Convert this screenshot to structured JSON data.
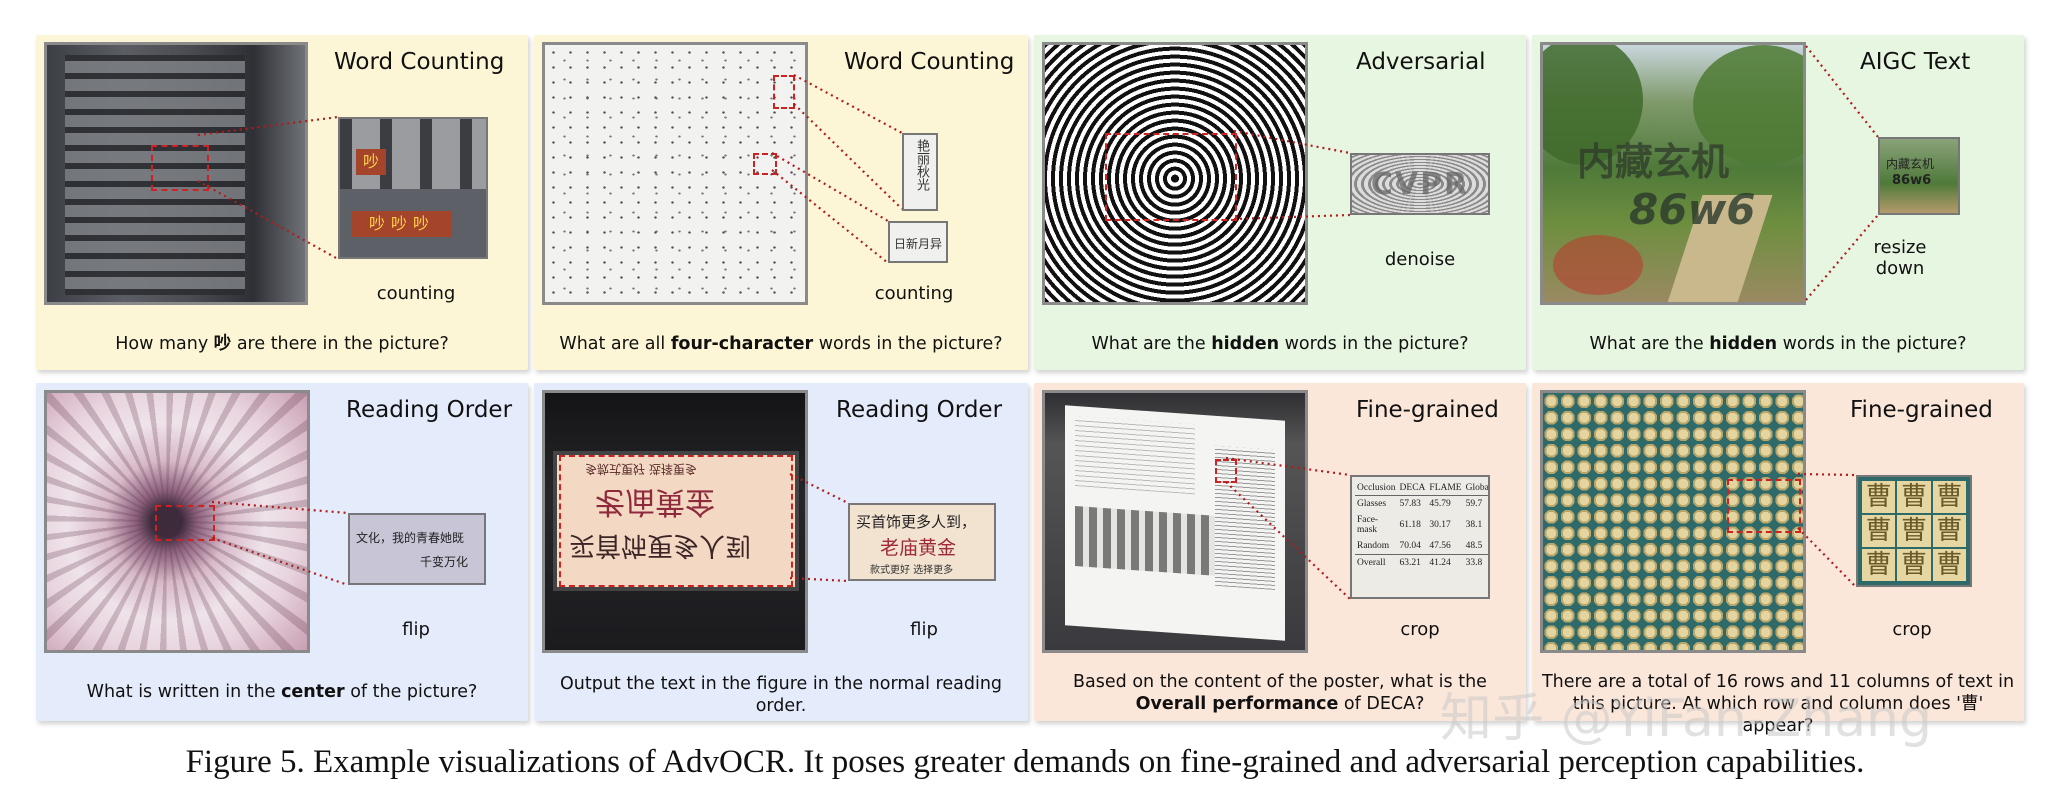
{
  "panels": [
    {
      "title": "Word Counting",
      "op": "counting",
      "q_pre": "How many ",
      "q_bold": "吵",
      "q_post": " are there in the picture?"
    },
    {
      "title": "Word Counting",
      "op": "counting",
      "q_pre": "What are all ",
      "q_bold": "four-character",
      "q_post": " words in the picture?"
    },
    {
      "title": "Adversarial",
      "op": "denoise",
      "q_pre": "What are the ",
      "q_bold": "hidden",
      "q_post": " words in the picture?"
    },
    {
      "title": "AIGC Text",
      "op": "resize\ndown",
      "q_pre": "What are the ",
      "q_bold": "hidden",
      "q_post": " words in the picture?"
    },
    {
      "title": "Reading Order",
      "op": "flip",
      "q_pre": "What is written in the ",
      "q_bold": "center",
      "q_post": " of the picture?"
    },
    {
      "title": "Reading Order",
      "op": "flip",
      "q_pre": "Output the text in the figure in the normal reading order.",
      "q_bold": "",
      "q_post": ""
    },
    {
      "title": "Fine-grained",
      "op": "crop",
      "q_pre": "Based on the content of the poster, what is the ",
      "q_bold": "Overall performance",
      "q_post": " of DECA?"
    },
    {
      "title": "Fine-grained",
      "op": "crop",
      "q_pre": "There are a total of 16 rows and 11 columns of text in this picture. At which row and column does '",
      "q_bold": "",
      "q_post": "曹' appear?"
    }
  ],
  "thumbs": {
    "chao_row1": "吵",
    "chao_row2": "吵吵吵",
    "cvpr": "CVPR",
    "aigc_big1": "内藏玄机",
    "aigc_big2": "86w6",
    "aigc_small1": "内藏玄机",
    "aigc_small2": "86w6",
    "flip1_line1": "文化，我的青春她既",
    "flip1_line2": "千变万化",
    "flip2_line1": "买首饰更多人到，",
    "flip2_line2": "老庙黄金",
    "flip2_line3": "款式更好  选择更多",
    "sign_top": "多款式更好 选择更多",
    "sign_mid": "老庙黄金",
    "sign_bot": "买首饰更多人到",
    "words_a": "艳丽秋光",
    "words_b": "日新月异",
    "cao": "曹"
  },
  "table": {
    "header": [
      "Occlusion",
      "DECA",
      "FLAME",
      "Global+Local"
    ],
    "rows": [
      [
        "Glasses",
        "57.83",
        "45.79",
        "59.7"
      ],
      [
        "Face-mask",
        "61.18",
        "30.17",
        "38.1"
      ],
      [
        "Random",
        "70.04",
        "47.56",
        "48.5"
      ],
      [
        "Overall",
        "63.21",
        "41.24",
        "33.8"
      ]
    ]
  },
  "caption": "Figure 5. Example visualizations of AdvOCR. It poses greater demands on fine-grained and adversarial perception capabilities.",
  "watermark": "知乎 @YiFan-Zhang",
  "colors": {
    "yellow": "#fdf6d6",
    "green": "#e6f6e1",
    "blue": "#e4ebfa",
    "orange": "#fbe6da",
    "dash": "#c22222"
  }
}
